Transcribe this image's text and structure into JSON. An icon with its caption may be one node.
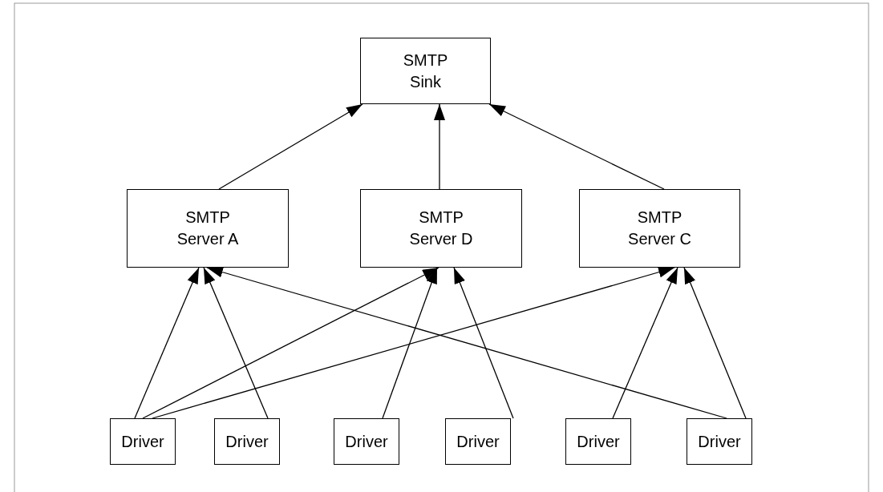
{
  "diagram": {
    "nodes": [
      {
        "text": [
          "SMTP Sink"
        ]
      },
      {
        "text": [
          "SMTP Server A"
        ]
      },
      {
        "text": [
          "SMTP Server D"
        ]
      },
      {
        "text": [
          "SMTP Server C"
        ]
      },
      {
        "text": [
          "Driver"
        ]
      },
      {
        "text": [
          "Driver"
        ]
      },
      {
        "text": [
          "Driver"
        ]
      },
      {
        "text": [
          "Driver"
        ]
      },
      {
        "text": [
          "Driver"
        ]
      },
      {
        "text": [
          "Driver"
        ]
      }
    ],
    "edges": [
      {
        "from": 1,
        "to": 0,
        "arrow": "to"
      },
      {
        "from": 2,
        "to": 0,
        "arrow": "to"
      },
      {
        "from": 3,
        "to": 0,
        "arrow": "to"
      },
      {
        "from": 4,
        "to": 1,
        "arrow": "to"
      },
      {
        "from": 4,
        "to": 2,
        "arrow": "to"
      },
      {
        "from": 4,
        "to": 3,
        "arrow": "to"
      },
      {
        "from": 5,
        "to": 1,
        "arrow": "to"
      },
      {
        "from": 6,
        "to": 2,
        "arrow": "to"
      },
      {
        "from": 7,
        "to": 2,
        "arrow": "to"
      },
      {
        "from": 8,
        "to": 3,
        "arrow": "to"
      },
      {
        "from": 9,
        "to": 3,
        "arrow": "to"
      },
      {
        "from": 9,
        "to": 1,
        "arrow": "to"
      }
    ]
  }
}
